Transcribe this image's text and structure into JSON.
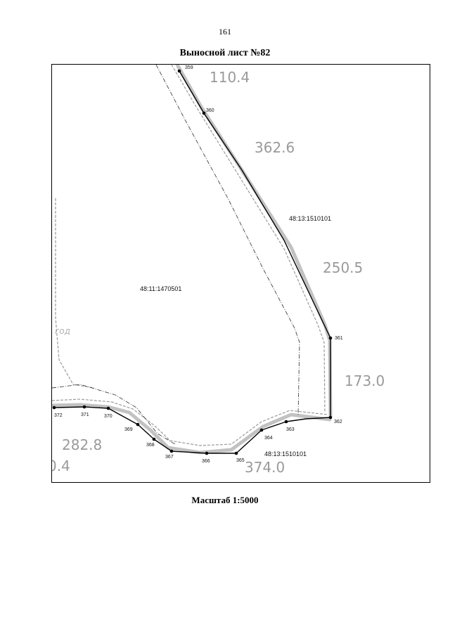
{
  "page": {
    "number": "161",
    "title": "Выносной лист №82",
    "scale": "Масштаб 1:5000"
  },
  "map": {
    "parcels": [
      {
        "id": "48:13:1510101"
      },
      {
        "id": "48:11:1470501"
      },
      {
        "id": "48:13:1510101"
      }
    ],
    "elevations": [
      "110.4",
      "362.6",
      "250.5",
      "173.0",
      "282.8",
      "374.0",
      "0.4"
    ],
    "road_fragment": "год",
    "points": [
      "359",
      "360",
      "361",
      "362",
      "363",
      "364",
      "365",
      "366",
      "367",
      "368",
      "369",
      "370",
      "371",
      "372"
    ],
    "colors": {
      "boundary": "#000000",
      "contour": "#a6a6a6",
      "dashed": "#8a8a8a"
    }
  }
}
